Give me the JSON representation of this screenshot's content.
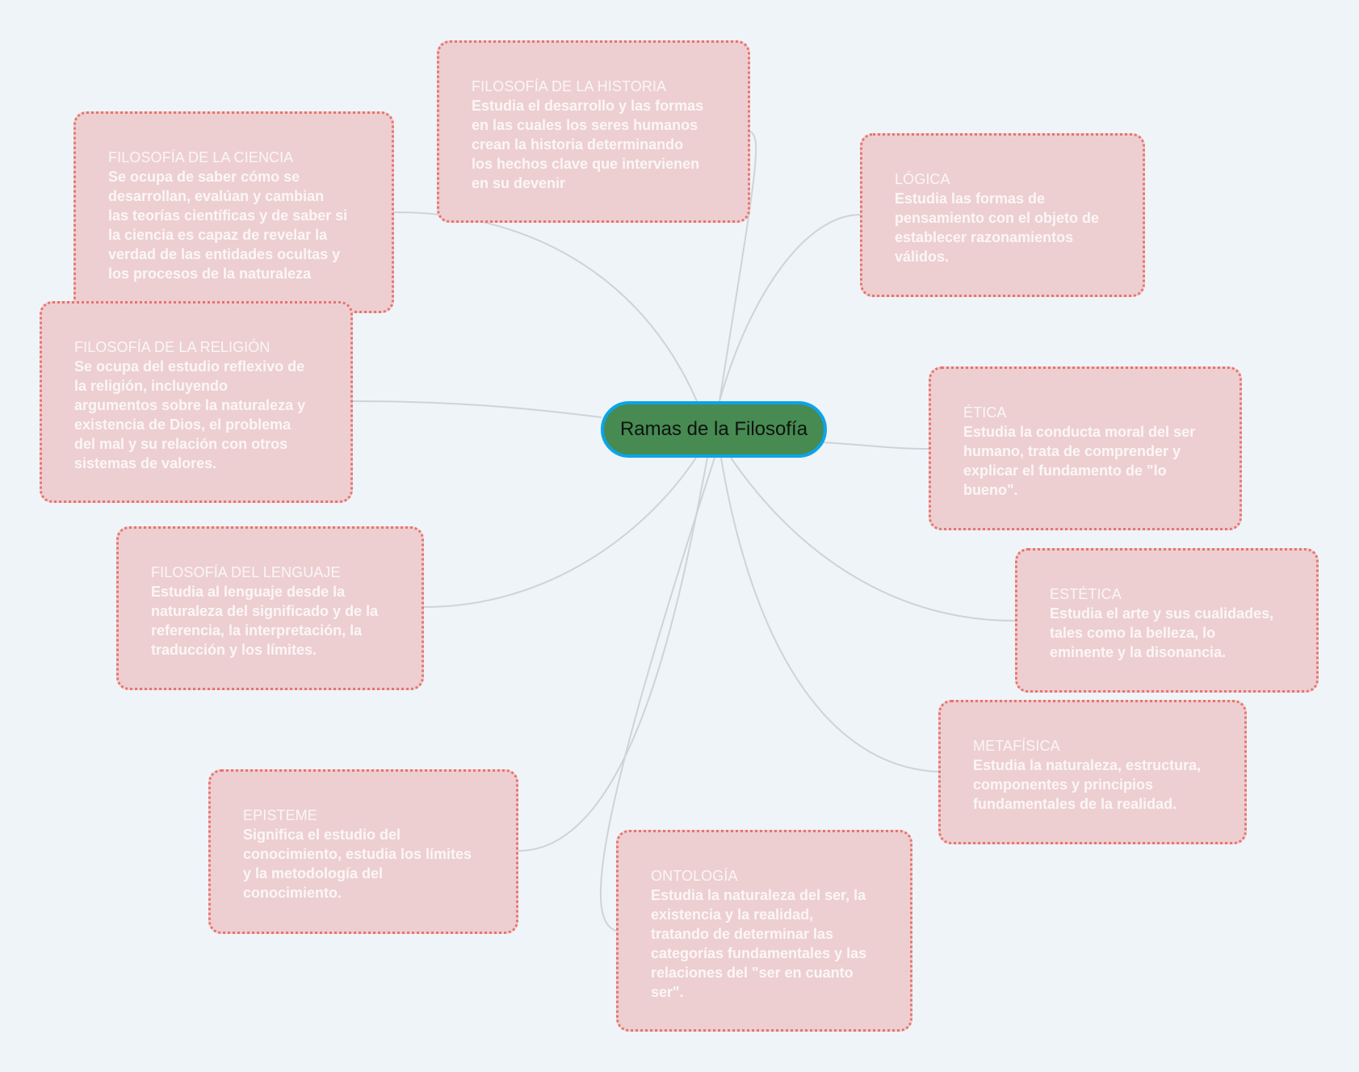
{
  "map": {
    "central_topic": "Ramas de la Filosofía",
    "colors": {
      "background": "#eff4f8",
      "central_fill": "#478a52",
      "central_border": "#0aa5e8",
      "topic_fill": "#edcfd1",
      "topic_border": "#e8736e",
      "topic_text": "#fbf6f6",
      "connector": "#cfd3d7"
    },
    "topics": [
      {
        "id": "historia",
        "title": "FILOSOFÍA DE LA HISTORIA",
        "description": "Estudia el desarrollo y las formas\nen las cuales los seres humanos\ncrean la historia determinando\nlos hechos clave que intervienen\nen su devenir"
      },
      {
        "id": "ciencia",
        "title": "FILOSOFÍA DE LA CIENCIA",
        "description": "Se ocupa de saber cómo se\ndesarrollan, evalúan y cambian\nlas teorías científicas y de saber si\nla ciencia es capaz de revelar la\nverdad de las entidades ocultas y\nlos procesos de la naturaleza"
      },
      {
        "id": "religion",
        "title": "FILOSOFÍA DE LA RELIGIÓN",
        "description": "Se ocupa del estudio reflexivo de\nla religión, incluyendo\nargumentos sobre la naturaleza y\nexistencia de Dios, el problema\ndel mal y su relación con otros\nsistemas de valores."
      },
      {
        "id": "lenguaje",
        "title": "FILOSOFÍA DEL LENGUAJE",
        "description": "Estudia al lenguaje desde la\nnaturaleza del significado y de la\nreferencia, la interpretación, la\ntraducción y los límites."
      },
      {
        "id": "episteme",
        "title": "EPISTEME",
        "description": "Significa el estudio del\nconocimiento, estudia los límites\ny la metodología del\nconocimiento."
      },
      {
        "id": "ontologia",
        "title": "ONTOLOGÍA",
        "description": "Estudia la naturaleza del ser, la\nexistencia y la realidad,\ntratando de determinar las\ncategorías fundamentales y las\nrelaciones del \"ser en cuanto\nser\"."
      },
      {
        "id": "metafisica",
        "title": "METAFÍSICA",
        "description": "Estudia la naturaleza, estructura,\ncomponentes y principios\nfundamentales de la realidad."
      },
      {
        "id": "estetica",
        "title": "ESTÉTICA",
        "description": "Estudia el arte y sus cualidades,\ntales como la belleza, lo\neminente y la disonancia."
      },
      {
        "id": "etica",
        "title": "ÉTICA",
        "description": "Estudia la conducta moral del ser\nhumano, trata de comprender y\nexplicar el fundamento de \"lo\nbueno\"."
      },
      {
        "id": "logica",
        "title": "LÓGICA",
        "description": "Estudia las formas de\npensamiento con el objeto de\nestablecer razonamientos\nválidos."
      }
    ]
  }
}
